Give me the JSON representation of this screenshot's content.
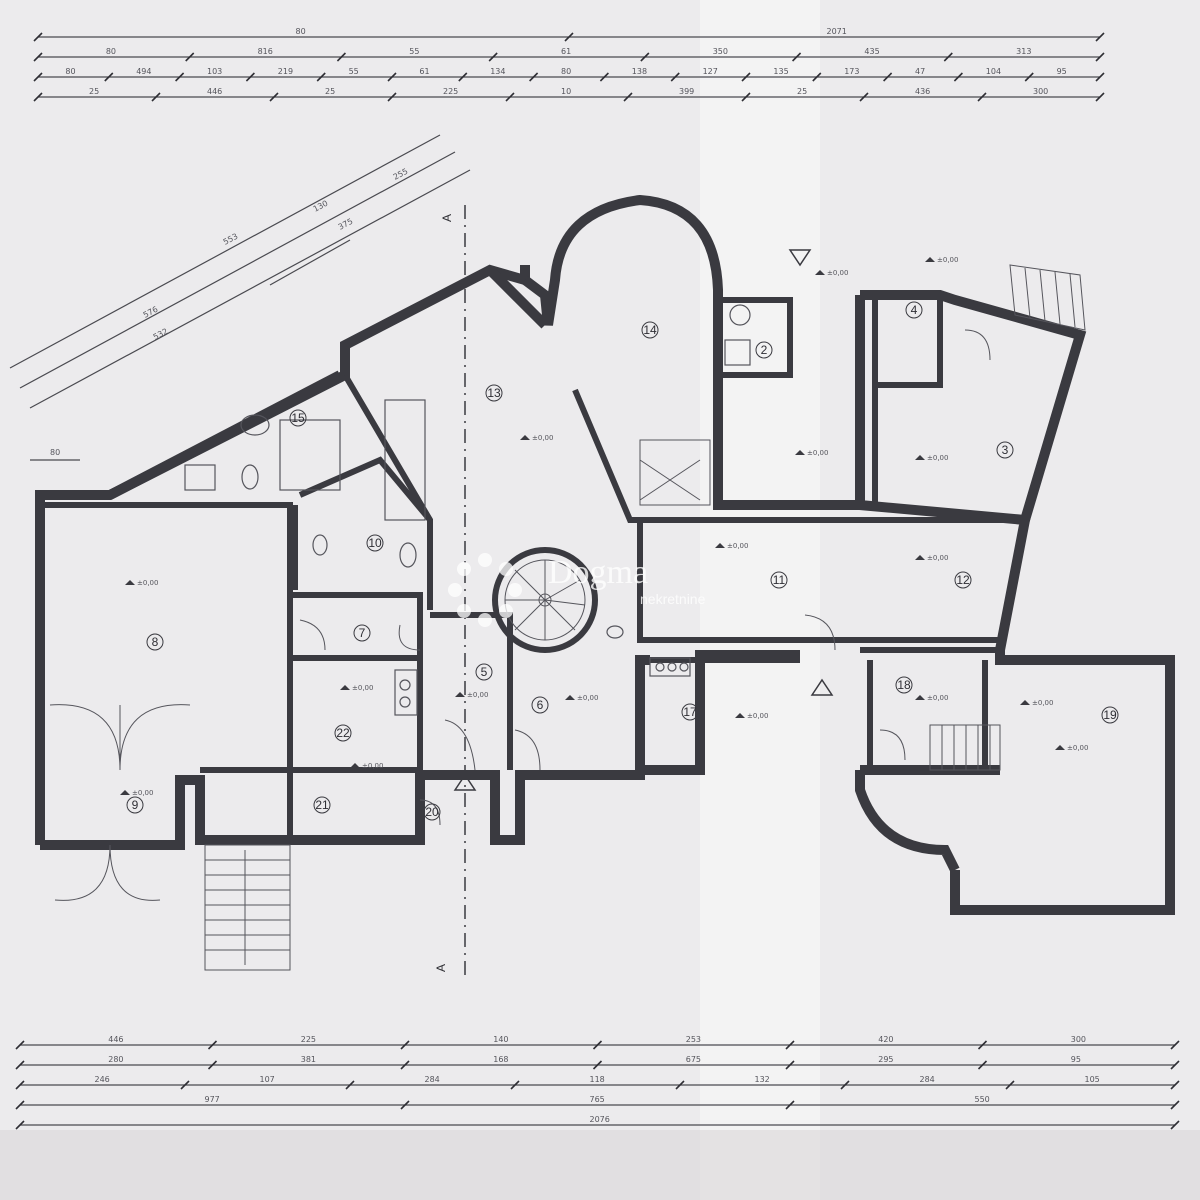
{
  "drawing": {
    "section_marker": "A",
    "room_numbers": [
      "2",
      "3",
      "4",
      "5",
      "6",
      "7",
      "8",
      "9",
      "10",
      "11",
      "12",
      "13",
      "14",
      "15",
      "17",
      "18",
      "19",
      "20",
      "21",
      "22"
    ],
    "level_mark": "±0,00"
  },
  "dimensions": {
    "top_rows": [
      [
        "80",
        "2071"
      ],
      [
        "80",
        "816",
        "55",
        "61",
        "350",
        "435",
        "313"
      ],
      [
        "80",
        "494",
        "103",
        "219",
        "55",
        "61",
        "134",
        "80",
        "138",
        "127",
        "135",
        "173",
        "47",
        "104",
        "95"
      ],
      [
        "25",
        "446",
        "25",
        "225",
        "10",
        "399",
        "25",
        "436",
        "300"
      ]
    ],
    "bottom_rows": [
      [
        "446",
        "225",
        "140",
        "253",
        "420",
        "300"
      ],
      [
        "280",
        "381",
        "168",
        "675",
        "295",
        "95"
      ],
      [
        "246",
        "107",
        "284",
        "118",
        "132",
        "284",
        "105"
      ],
      [
        "977",
        "765",
        "550"
      ],
      [
        "2076"
      ]
    ],
    "diagonal_labels": [
      "553",
      "130",
      "255",
      "375",
      "576",
      "532"
    ],
    "left_label": "80"
  },
  "watermark": {
    "brand": "Dogma",
    "sub": "nekretnine",
    "color": "#ffffff"
  },
  "colors": {
    "paper": "#ecebed",
    "ink": "#3a3a40",
    "fold": "#f7f6f5"
  }
}
